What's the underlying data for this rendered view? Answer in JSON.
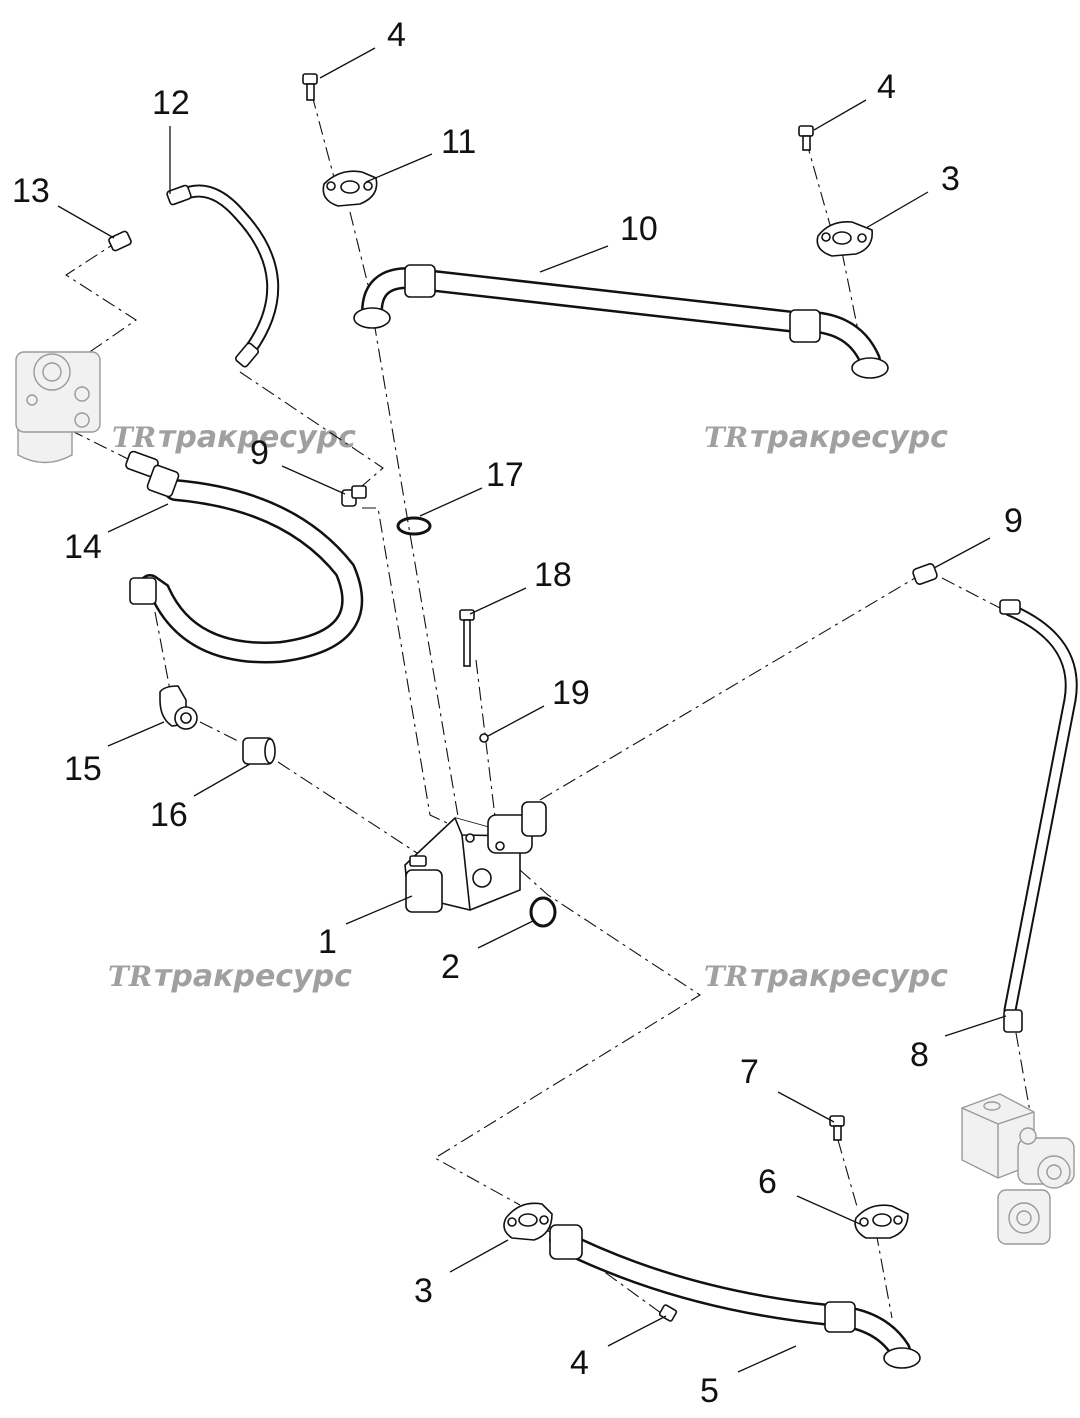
{
  "watermark": {
    "logo": "TR",
    "text": "тракресурс"
  },
  "callouts": {
    "c1": "1",
    "c2": "2",
    "c3a": "3",
    "c3b": "3",
    "c4a": "4",
    "c4b": "4",
    "c4c": "4",
    "c5": "5",
    "c6": "6",
    "c7": "7",
    "c8": "8",
    "c9a": "9",
    "c9b": "9",
    "c10": "10",
    "c11": "11",
    "c12": "12",
    "c13": "13",
    "c14": "14",
    "c15": "15",
    "c16": "16",
    "c17": "17",
    "c18": "18",
    "c19": "19"
  }
}
